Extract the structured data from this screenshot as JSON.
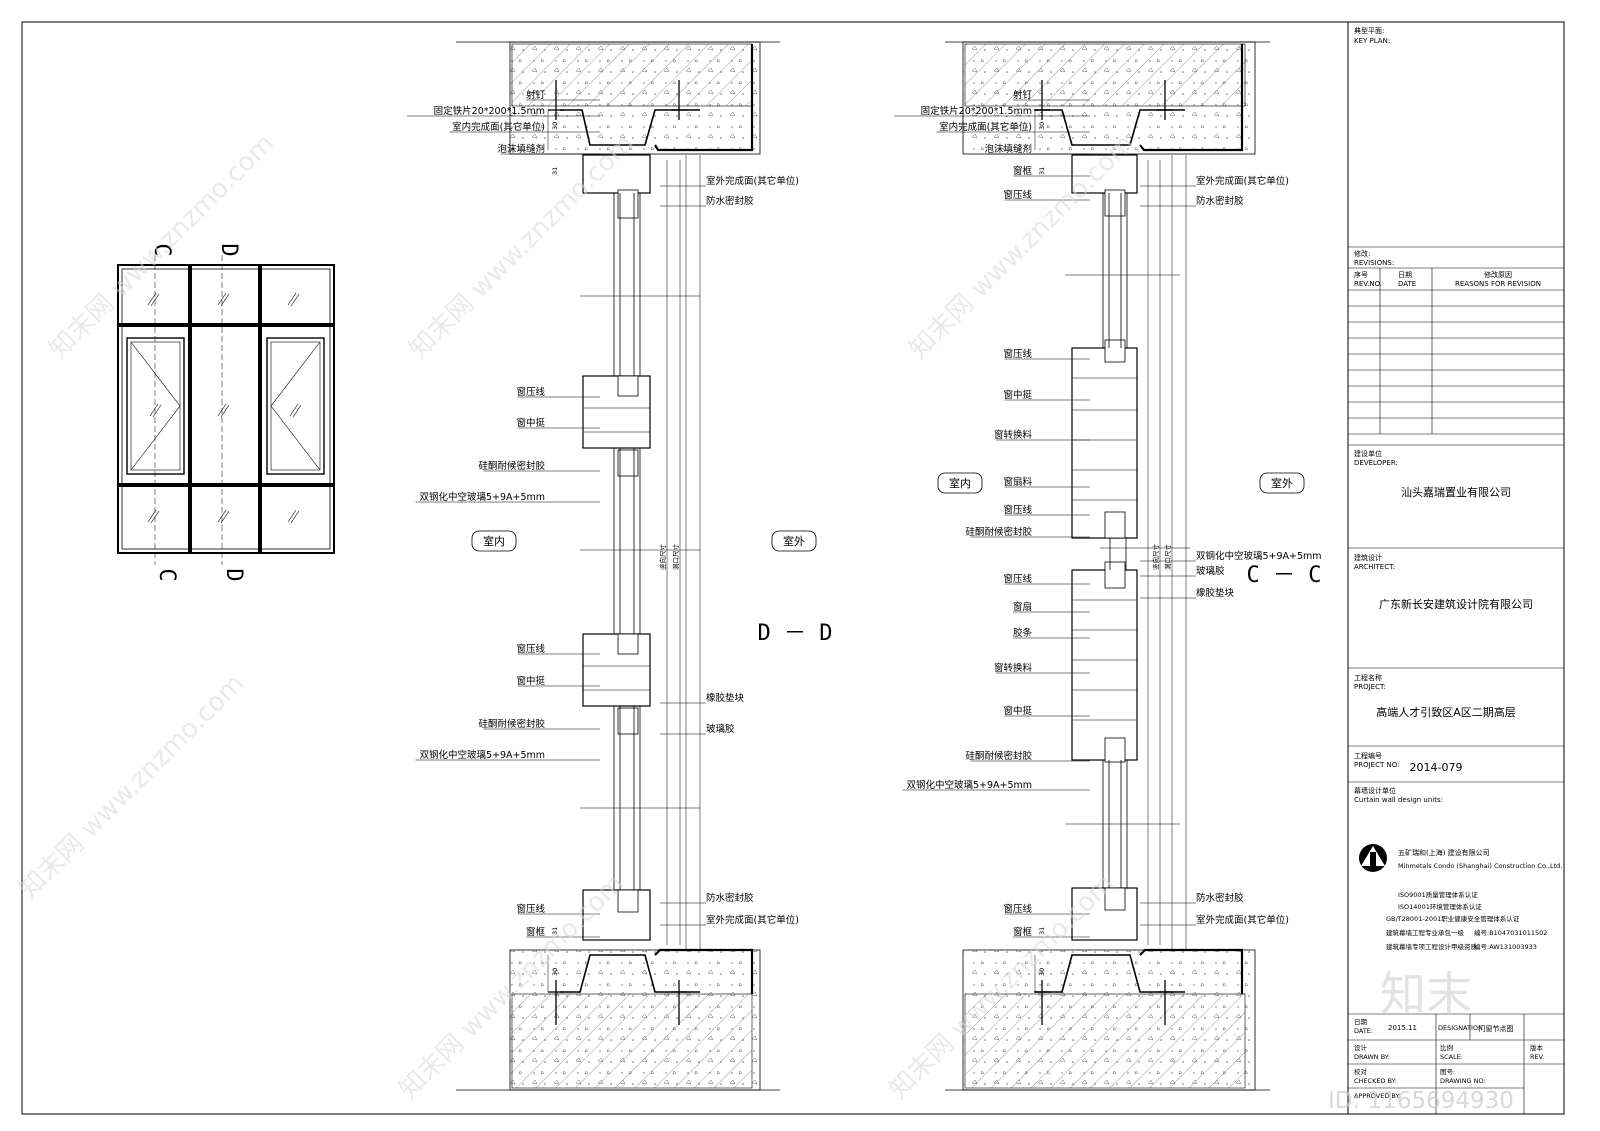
{
  "elevation": {
    "section_markers": [
      "C",
      "D"
    ]
  },
  "dd": {
    "title": "D － D",
    "indoor": "室内",
    "outdoor": "室外",
    "dims": {
      "top_30": "30",
      "top_31": "31",
      "bot_31": "31",
      "bot_30": "30",
      "v1": "竖向尺寸",
      "v2": "洞口尺寸"
    },
    "labels_left": [
      "射钉",
      "固定铁片20*200*1.5mm",
      "室内完成面(其它单位)",
      "泡沫填缝剂",
      "窗压线",
      "窗中挺",
      "硅酮耐候密封胶",
      "双钢化中空玻璃5+9A+5mm",
      "窗压线",
      "窗中挺",
      "硅酮耐候密封胶",
      "双钢化中空玻璃5+9A+5mm",
      "窗压线",
      "窗框"
    ],
    "labels_right": [
      "室外完成面(其它单位)",
      "防水密封胶",
      "橡胶垫块",
      "玻璃胶",
      "防水密封胶",
      "室外完成面(其它单位)"
    ]
  },
  "cc": {
    "title": "C － C",
    "indoor": "室内",
    "outdoor": "室外",
    "dims": {
      "top_30": "30",
      "top_31": "31",
      "bot_31": "31",
      "bot_30": "30",
      "v1": "竖向尺寸",
      "v2": "洞口尺寸"
    },
    "labels_left": [
      "射钉",
      "固定铁片20*200*1.5mm",
      "室内完成面(其它单位)",
      "泡沫填缝剂",
      "窗框",
      "窗压线",
      "窗压线",
      "窗中挺",
      "窗转换料",
      "窗扇料",
      "窗压线",
      "硅酮耐候密封胶",
      "窗压线",
      "窗扇",
      "胶条",
      "窗转换料",
      "窗中挺",
      "硅酮耐候密封胶",
      "双钢化中空玻璃5+9A+5mm",
      "窗压线",
      "窗框"
    ],
    "labels_right": [
      "室外完成面(其它单位)",
      "防水密封胶",
      "双钢化中空玻璃5+9A+5mm",
      "玻璃胶",
      "橡胶垫块",
      "防水密封胶",
      "室外完成面(其它单位)"
    ]
  },
  "title_block": {
    "key_plan_cn": "典型平面:",
    "key_plan_en": "KEY PLAN:",
    "revisions_cn": "修改:",
    "revisions_en": "REVISIONS:",
    "rev_no_cn": "序号",
    "rev_no_en": "REV.NO.",
    "date_cn": "日期",
    "date_en": "DATE",
    "reason_cn": "修改原因",
    "reason_en": "REASONS FOR REVISION",
    "developer_cn": "建设单位",
    "developer_en": "DEVELOPER:",
    "developer_name": "汕头嘉瑞置业有限公司",
    "architect_cn": "建筑设计",
    "architect_en": "ARCHITECT:",
    "architect_name": "广东新长安建筑设计院有限公司",
    "project_cn": "工程名称",
    "project_en": "PROJECT:",
    "project_name": "高端人才引致区A区二期高层",
    "project_no_cn": "工程编号",
    "project_no_en": "PROJECT NO:",
    "project_no": "2014-079",
    "curtain_cn": "幕墙设计单位",
    "curtain_en": "Curtain wall design units:",
    "company_cn": "五矿瑞和(上海) 建设有限公司",
    "company_en": "Minmetals Condo (Shanghai) Construction Co.,Ltd.",
    "certs": [
      "ISO9001质量管理体系认证",
      "ISO14001环境管理体系认证",
      "GB/T28001-2001职业健康安全管理体系认证"
    ],
    "qual1": "建筑幕墙工程专业承包一级",
    "qual1_no": "编号:B1047031011502",
    "qual2": "建筑幕墙专项工程设计甲级资质",
    "qual2_no": "编号:AW131003933",
    "date_label": "日期",
    "date_label_en": "DATE:",
    "date_val": "2015.11",
    "designation": "DESIGNATION",
    "drawing_title": "门窗节点图",
    "design_cn": "设计",
    "drawn_en": "DRAWN BY:",
    "scale_cn": "比例",
    "scale_en": "SCALE:",
    "rev_cn": "版本",
    "rev_en": "REV.",
    "check_cn": "校对",
    "checked_en": "CHECKED BY:",
    "drawing_no_cn": "图号:",
    "drawing_no_en": "DRAWING NO:",
    "approved_en": "APPROVED BY:"
  },
  "watermark": {
    "site": "www.znzmo.com",
    "brand": "知末网",
    "id": "ID: 1165694930",
    "logo": "知末"
  }
}
